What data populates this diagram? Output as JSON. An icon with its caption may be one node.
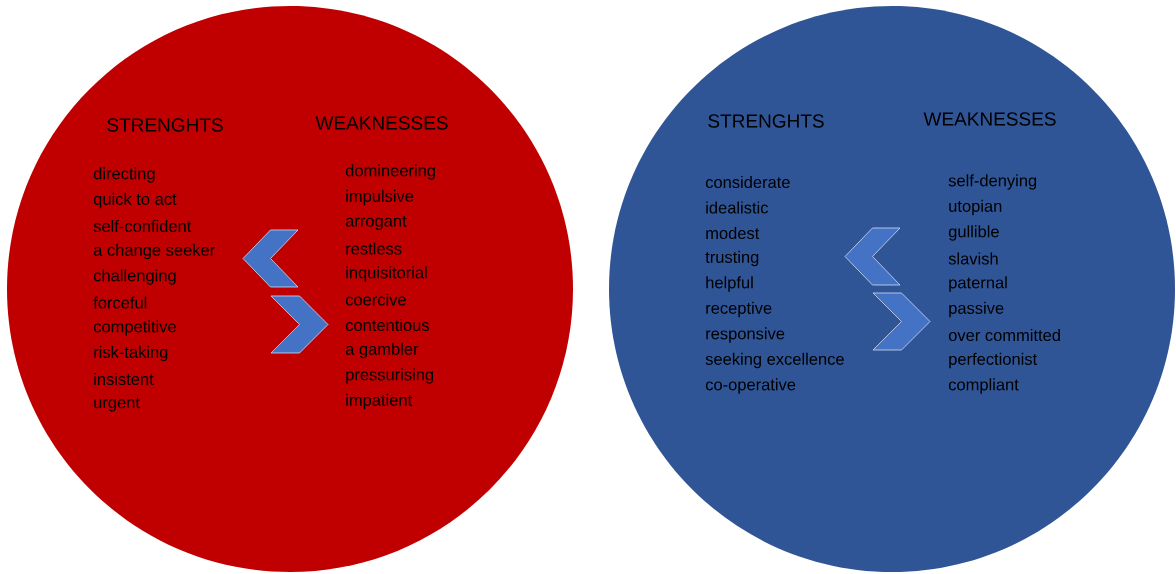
{
  "diagram": {
    "nodes": [
      {
        "text": [
          "STRENGHTS",
          "WEAKNESSES",
          "directing",
          "quick to act",
          "self-confident",
          "a change seeker",
          "challenging",
          "forceful",
          "competitive",
          "risk-taking",
          "insistent",
          "urgent",
          "domineering",
          "impulsive",
          "arrogant",
          "restless",
          "inquisitorial",
          "coercive",
          "contentious",
          "a gambler",
          "pressurising",
          "impatient"
        ]
      },
      {
        "text": [
          "STRENGHTS",
          "WEAKNESSES",
          "considerate",
          "idealistic",
          "modest",
          "trusting",
          "helpful",
          "receptive",
          "responsive",
          "seeking excellence",
          "co-operative",
          "self-denying",
          "utopian",
          "gullible",
          "slavish",
          "paternal",
          "passive",
          "over committed",
          "perfectionist",
          "compliant"
        ]
      }
    ]
  }
}
